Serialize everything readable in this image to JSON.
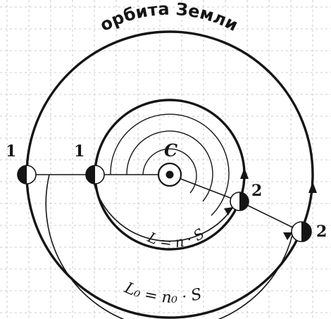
{
  "title": "орбита Земли",
  "center_label": "C",
  "point_labels": {
    "outer_left": "1",
    "inner_left": "1",
    "inner_right": "2",
    "outer_right": "2"
  },
  "formula_inner": "L = n · S",
  "formula_outer": "L₀ = n₀ · S",
  "colors": {
    "ink": "#151515",
    "grid": "#b9bcbe",
    "background": "#ffffff"
  }
}
